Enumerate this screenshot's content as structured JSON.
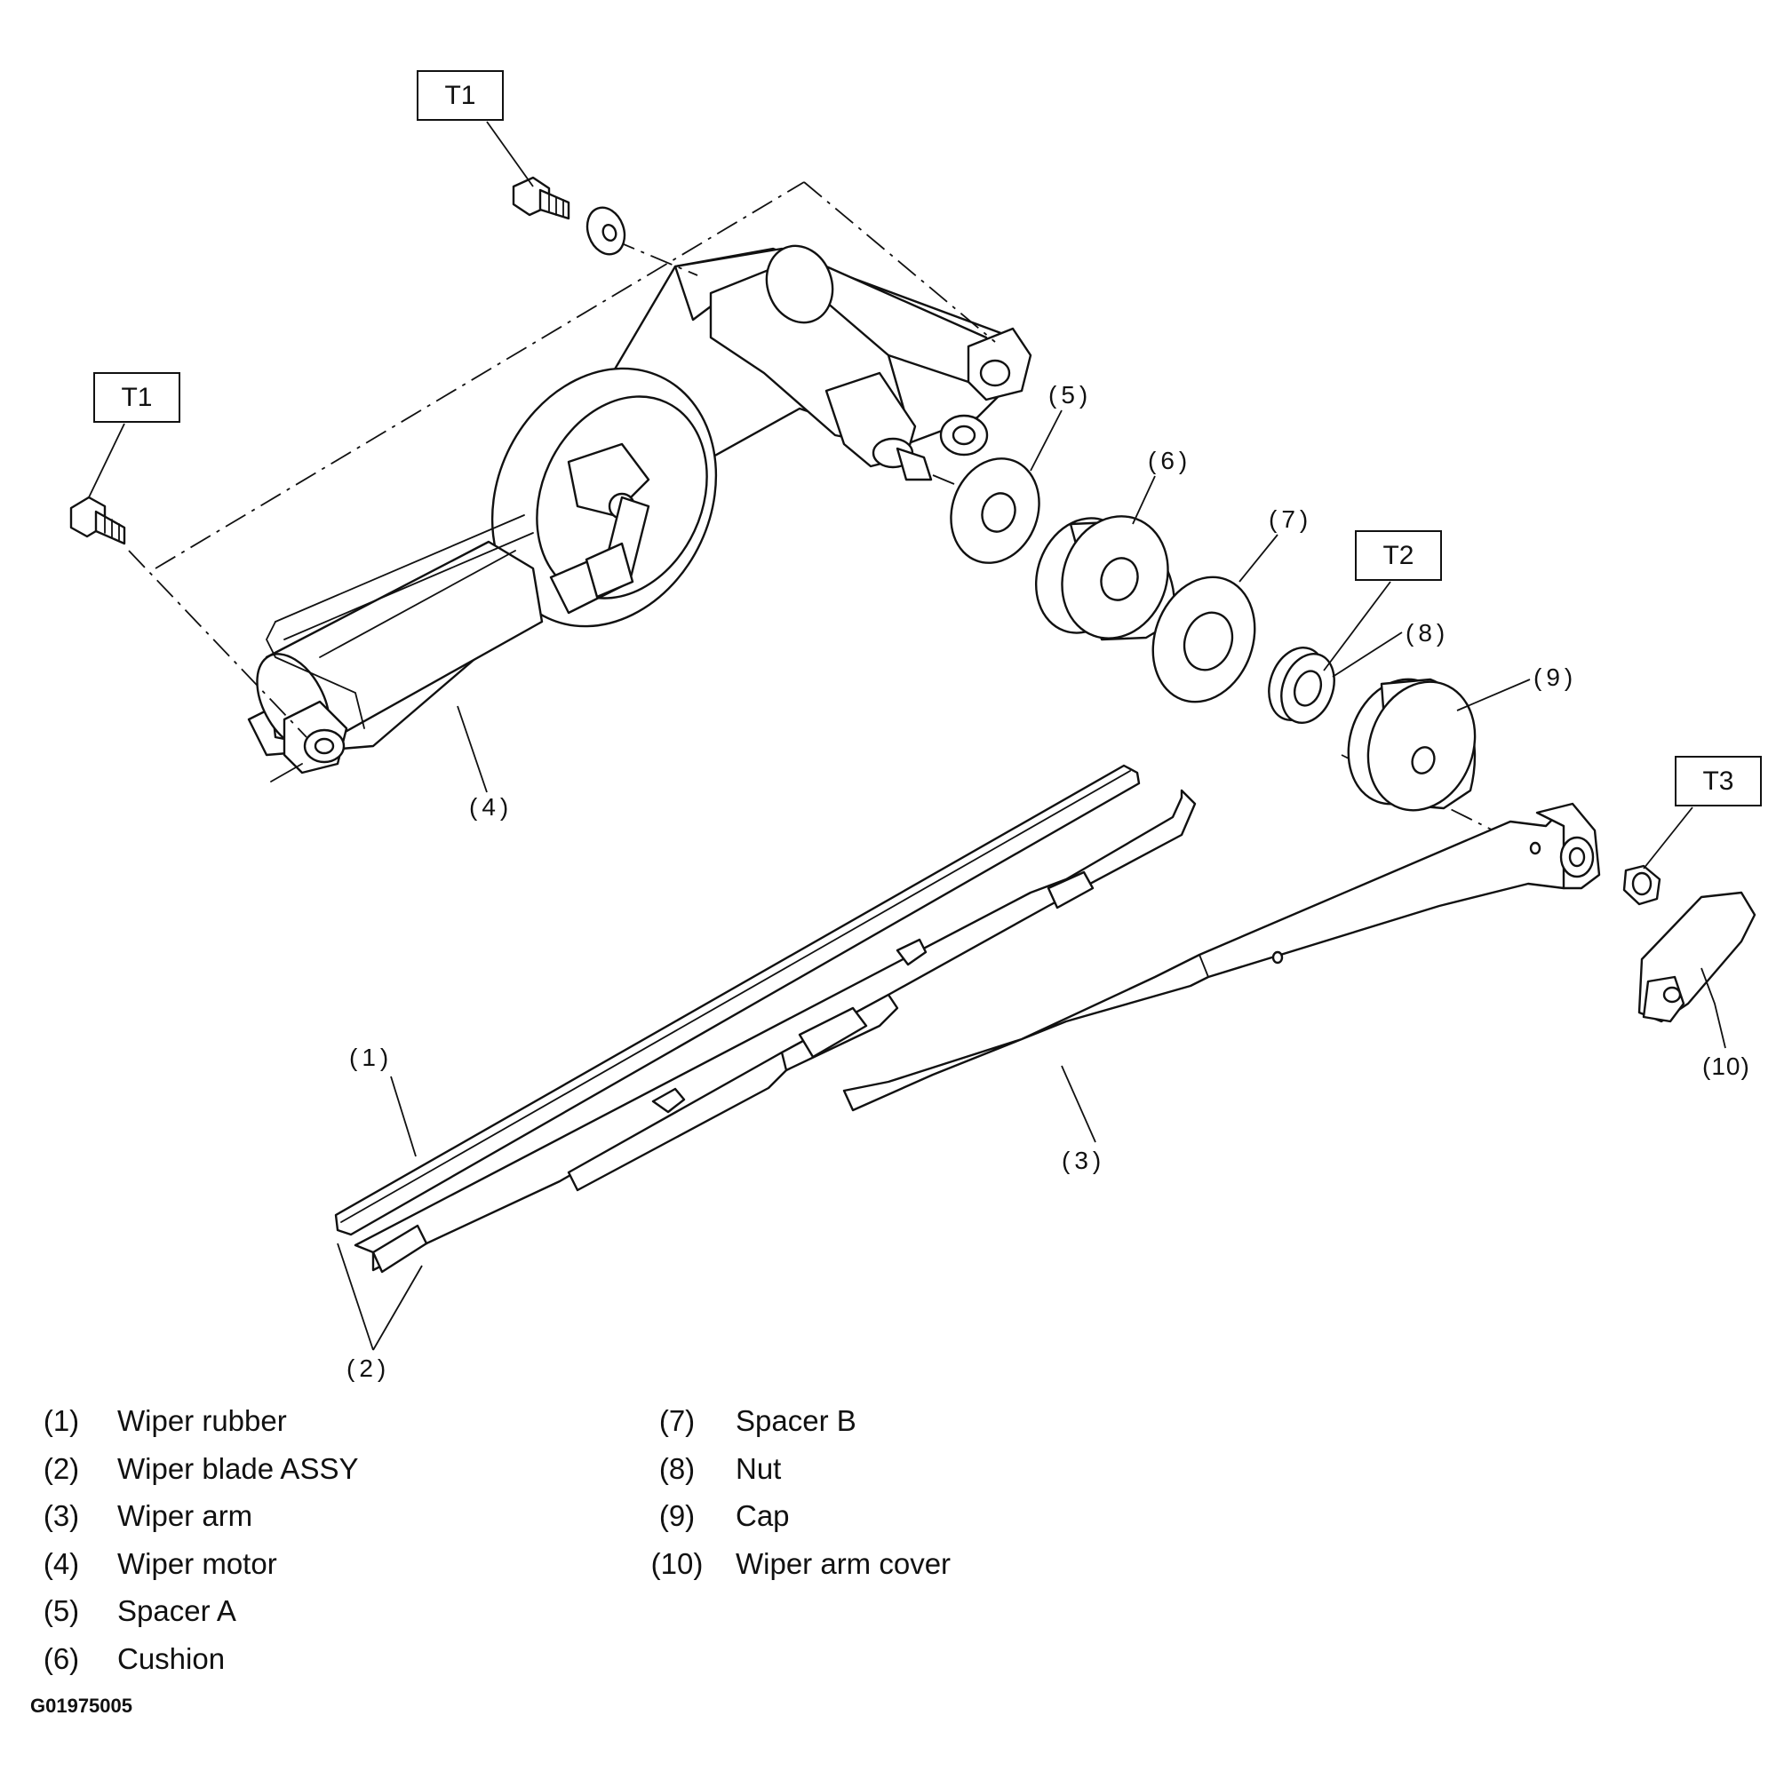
{
  "torque_labels": {
    "t1_upper": "T1",
    "t1_left": "T1",
    "t2": "T2",
    "t3": "T3"
  },
  "callouts": {
    "c1": "(1)",
    "c2": "(2)",
    "c3": "(3)",
    "c4": "(4)",
    "c5": "(5)",
    "c6": "(6)",
    "c7": "(7)",
    "c8": "(8)",
    "c9": "(9)",
    "c10": "(10)"
  },
  "legend": {
    "left": [
      {
        "num": "(1)",
        "label": "Wiper rubber"
      },
      {
        "num": "(2)",
        "label": "Wiper blade ASSY"
      },
      {
        "num": "(3)",
        "label": "Wiper arm"
      },
      {
        "num": "(4)",
        "label": "Wiper motor"
      },
      {
        "num": "(5)",
        "label": "Spacer A"
      },
      {
        "num": "(6)",
        "label": "Cushion"
      }
    ],
    "right": [
      {
        "num": "(7)",
        "label": "Spacer B"
      },
      {
        "num": "(8)",
        "label": "Nut"
      },
      {
        "num": "(9)",
        "label": "Cap"
      },
      {
        "num": "(10)",
        "label": "Wiper arm cover"
      }
    ]
  },
  "figure_code": "G01975005"
}
